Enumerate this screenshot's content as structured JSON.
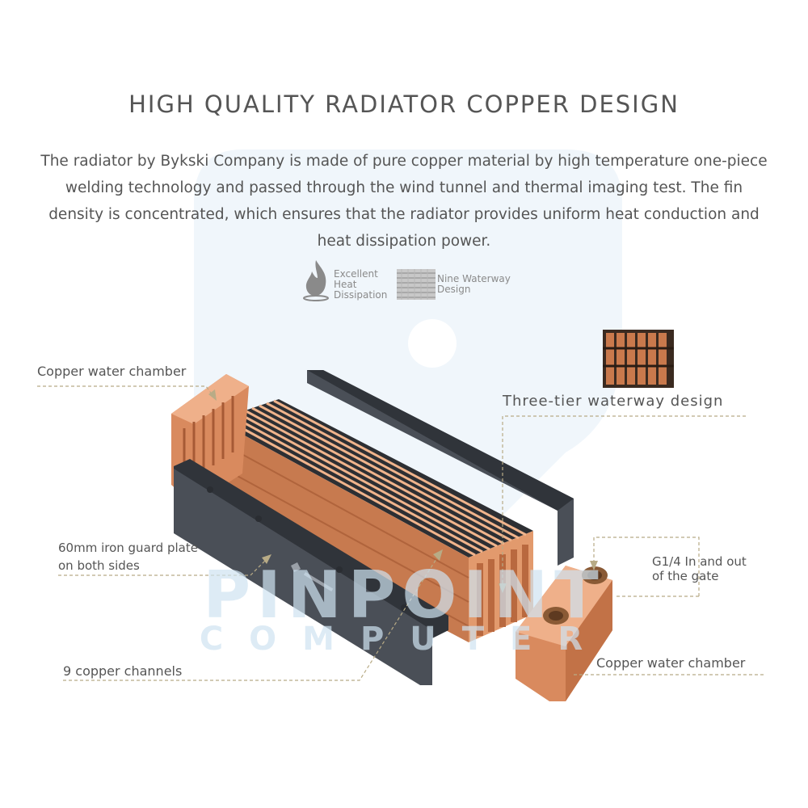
{
  "page": {
    "title": "HIGH QUALITY RADIATOR COPPER DESIGN",
    "description": "The radiator by Bykski Company is made of pure copper material by high temperature one-piece welding technology and passed through the wind tunnel and thermal imaging test. The fin density is concentrated, which ensures that the radiator provides uniform heat conduction and heat dissipation power."
  },
  "features": [
    {
      "icon": "flame-icon",
      "line1": "Excellent",
      "line2": "Heat",
      "line3": "Dissipation"
    },
    {
      "icon": "waterway-pattern-icon",
      "line1": "Nine Waterway",
      "line2": "Design"
    }
  ],
  "callouts": {
    "copper_chamber_top": "Copper water chamber",
    "three_tier": "Three-tier waterway design",
    "guard_plate_line1": "60mm iron guard plate",
    "guard_plate_line2": "on both sides",
    "gate_line1": "G1/4 In and out",
    "gate_line2": "of the gate",
    "copper_channels": "9 copper channels",
    "copper_chamber_bottom": "Copper water chamber"
  },
  "watermark": {
    "line1": "PINPOINT",
    "line2": "COMPUTER"
  },
  "colors": {
    "copper": "#d98a5e",
    "copper_dark": "#a65a35",
    "plate": "#4a4f57",
    "plate_dark": "#30343a",
    "watermark": "#d6e8f4",
    "leader": "#b8ab86",
    "text": "#555555"
  }
}
